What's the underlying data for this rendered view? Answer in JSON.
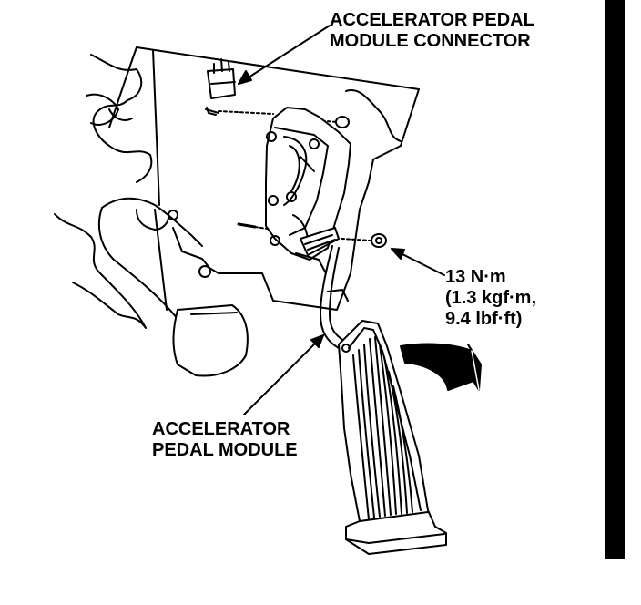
{
  "labels": {
    "connector": [
      "ACCELERATOR PEDAL",
      "MODULE CONNECTOR"
    ],
    "torque": [
      "13 N·m",
      "(1.3 kgf·m,",
      "9.4 lbf·ft)"
    ],
    "module": [
      "ACCELERATOR",
      "PEDAL MODULE"
    ]
  },
  "colors": {
    "ink": "#000000",
    "paper": "#ffffff",
    "side_bar": "#000000"
  }
}
